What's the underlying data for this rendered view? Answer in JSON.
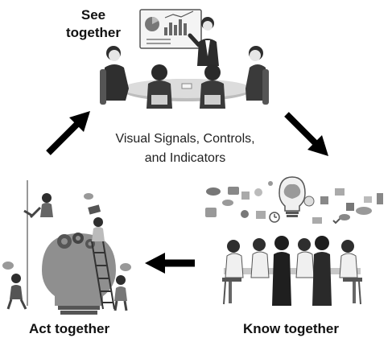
{
  "cycle": {
    "center_text_line1": "Visual Signals, Controls,",
    "center_text_line2": "and Indicators",
    "stages": {
      "see": {
        "label_line1": "See",
        "label_line2": "together",
        "illustration": "team-meeting-at-table"
      },
      "know": {
        "label": "Know together",
        "illustration": "data-brainstorm-team"
      },
      "act": {
        "label": "Act together",
        "illustration": "lightbulb-gears-workers"
      }
    },
    "arrows": [
      "act-to-see",
      "see-to-know",
      "know-to-act"
    ]
  },
  "colors": {
    "ink": "#111111",
    "gray_dark": "#3a3a3a",
    "gray_mid": "#8a8a8a",
    "gray_light": "#d0d0d0"
  }
}
